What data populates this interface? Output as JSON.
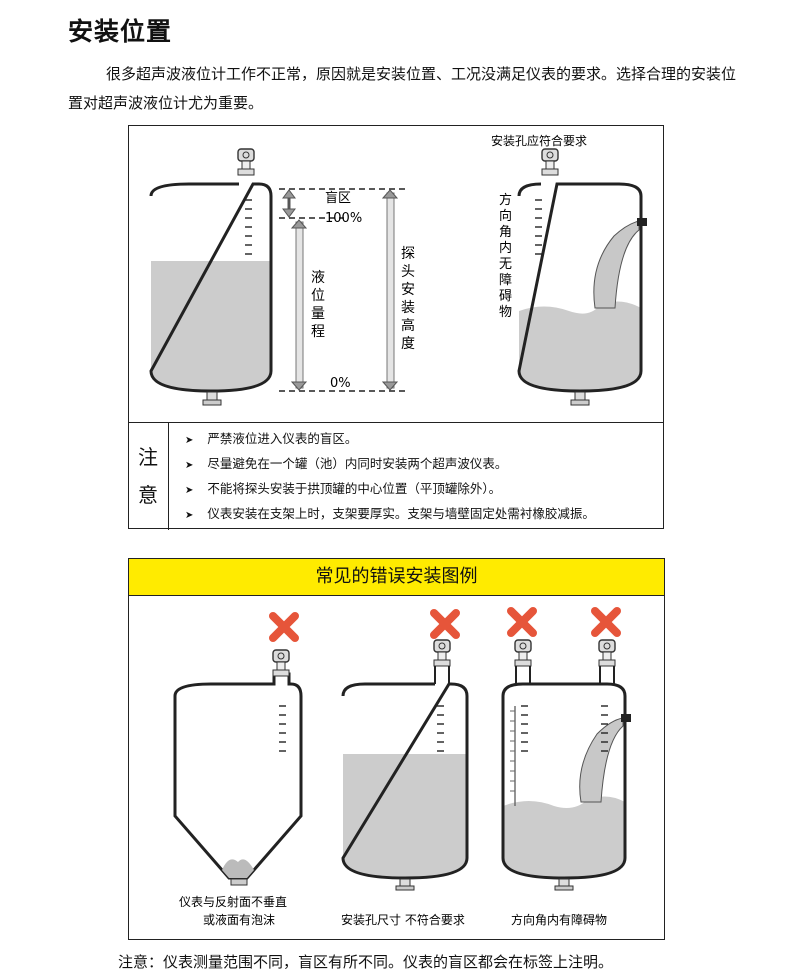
{
  "title": "安装位置",
  "intro": "很多超声波液位计工作不正常，原因就是安装位置、工况没满足仪表的要求。选择合理的安装位置对超声波液位计尤为重要。",
  "diagram1": {
    "blind_zone": "盲区",
    "pct_100": "100%",
    "pct_0": "0%",
    "range_label": [
      "液",
      "位",
      "量",
      "程"
    ],
    "height_label": [
      "探",
      "头",
      "安",
      "装",
      "高",
      "度"
    ],
    "hole_label": "安装孔应符合要求",
    "direction_label": [
      "方",
      "向",
      "角",
      "内",
      "无",
      "障",
      "碍",
      "物"
    ]
  },
  "notes": {
    "label": [
      "注",
      "意"
    ],
    "items": [
      "严禁液位进入仪表的盲区。",
      "尽量避免在一个罐（池）内同时安装两个超声波仪表。",
      "不能将探头安装于拱顶罐的中心位置（平顶罐除外）。",
      "仪表安装在支架上时，支架要厚实。支架与墙壁固定处需衬橡胶减振。"
    ]
  },
  "errors": {
    "header": "常见的错误安装图例",
    "caption1": [
      "仪表与反射面不垂直",
      "或液面有泡沫"
    ],
    "caption2": "安装孔尺寸 不符合要求",
    "caption3": "方向角内有障碍物"
  },
  "colors": {
    "liquid": "#cccccc",
    "header_bg": "#ffeb00",
    "cross": "#e6553a"
  },
  "footer": "注意：仪表测量范围不同，盲区有所不同。仪表的盲区都会在标签上注明。"
}
